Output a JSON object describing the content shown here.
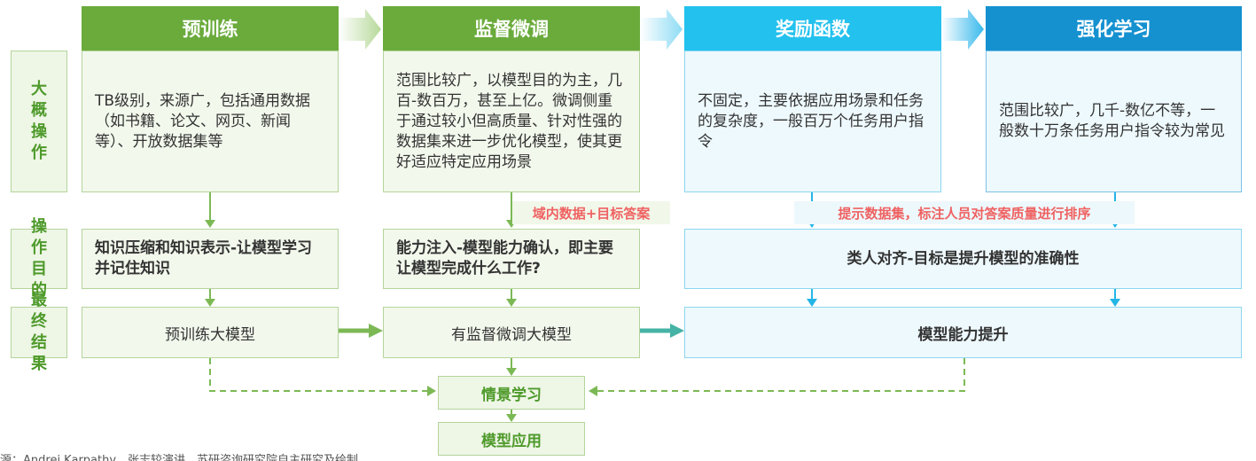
{
  "columns": [
    {
      "title": "预训练",
      "description": "TB级别，来源广，包括通用数据（如书籍、论文、网页、新闻等）、开放数据集等"
    },
    {
      "title": "监督微调",
      "description": "范围比较广，以模型目的为主，几百-数百万，甚至上亿。微调侧重于通过较小但高质量、针对性强的数据集来进一步优化模型，使其更好适应特定应用场景"
    },
    {
      "title": "奖励函数",
      "description": "不固定，主要依据应用场景和任务的复杂度，一般百万个任务用户指令"
    },
    {
      "title": "强化学习",
      "description": "范围比较广，几千-数亿不等，一般数十万条任务用户指令较为常见"
    }
  ],
  "row_labels": {
    "overview": "大概操作",
    "purpose": "操作目的",
    "result": "最终结果"
  },
  "purpose": {
    "pretrain": "知识压缩和知识表示-让模型学习并记住知识",
    "sft": "能力注入-模型能力确认，即主要让模型完成什么工作?",
    "alignment": "类人对齐-目标是提升模型的准确性"
  },
  "notes": {
    "sft_data": "域内数据+目标答案",
    "reward_data": "提示数据集，标注人员对答案质量进行排序"
  },
  "results": {
    "pretrain": "预训练大模型",
    "sft": "有监督微调大模型",
    "final": "模型能力提升"
  },
  "bottom": {
    "in_context": "情景学习",
    "application": "模型应用"
  },
  "source": "源：Andrej Karpathy，张志较演讲，苏研咨询研究院自主研究及绘制",
  "colors": {
    "green": "#6aab3c",
    "cyan": "#23c1ee",
    "blue": "#1591d0",
    "red_note": "#ef6262"
  }
}
